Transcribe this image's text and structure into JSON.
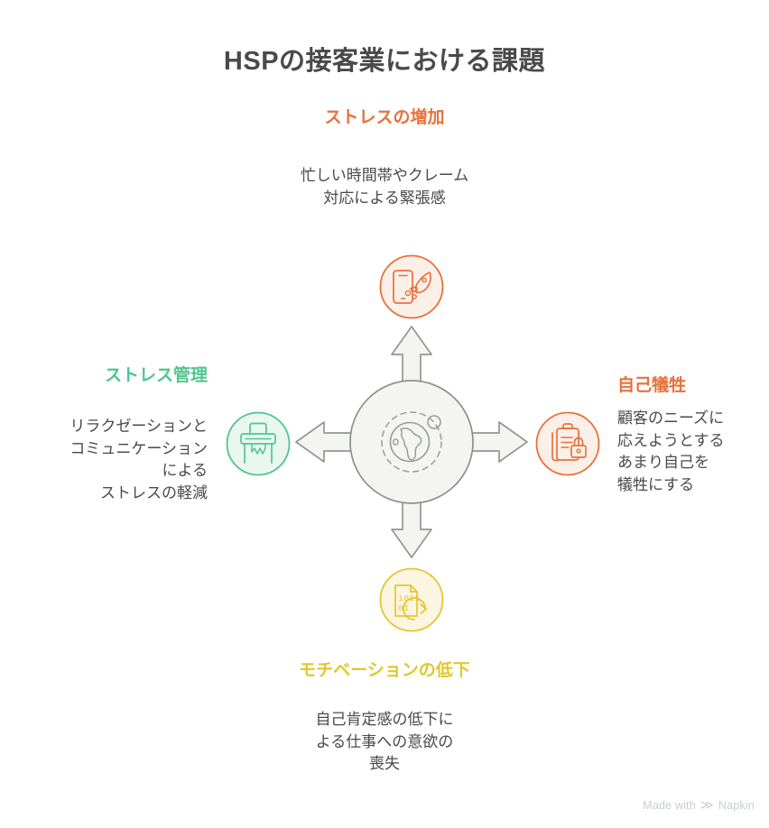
{
  "title": "HSPの接客業における課題",
  "colors": {
    "title": "#4a4a4a",
    "body_text": "#4a4a4a",
    "orange": "#E8713C",
    "orange_fill": "#FBF0E8",
    "green": "#4FC68C",
    "green_fill": "#EAF7F0",
    "yellow": "#E2C72E",
    "yellow_fill": "#FBF5E2",
    "hub_fill": "#F4F5F3",
    "hub_stroke": "#8C908C",
    "arrow_fill": "#F4F5F3",
    "arrow_stroke": "#939793",
    "background": "#FFFFFF",
    "watermark": "#C9CDCD"
  },
  "hub": {
    "icon": "globe-orbit-icon",
    "icon_label": "globe"
  },
  "nodes": {
    "top": {
      "heading": "ストレスの増加",
      "body": "忙しい時間帯やクレーム\n対応による緊張感",
      "body_lines": [
        "忙しい時間帯やクレーム",
        "対応による緊張感"
      ],
      "icon": "phone-rocket-icon",
      "color": "#E8713C"
    },
    "right": {
      "heading": "自己犠牲",
      "body": "顧客のニーズに\n応えようとする\nあまり自己を\n犠牲にする",
      "body_lines": [
        "顧客のニーズに",
        "応えようとする",
        "あまり自己を",
        "犠牲にする"
      ],
      "icon": "clipboard-lock-icon",
      "color": "#E8713C"
    },
    "bottom": {
      "heading": "モチベーションの低下",
      "body": "自己肯定感の低下に\nよる仕事への意欲の\n喪失",
      "body_lines": [
        "自己肯定感の低下に",
        "よる仕事への意欲の",
        "喪失"
      ],
      "icon": "document-binary-refresh-icon",
      "color": "#E2C72E"
    },
    "left": {
      "heading": "ストレス管理",
      "body": "リラクゼーションと\nコミュニケーション\nによる\nストレスの軽減",
      "body_lines": [
        "リラクゼーションと",
        "コミュニケーション",
        "による",
        "ストレスの軽減"
      ],
      "icon": "paper-shredder-icon",
      "color": "#4FC68C"
    }
  },
  "watermark": {
    "text_before": "Made with",
    "logo": "≫",
    "text_after": "Napkin"
  }
}
